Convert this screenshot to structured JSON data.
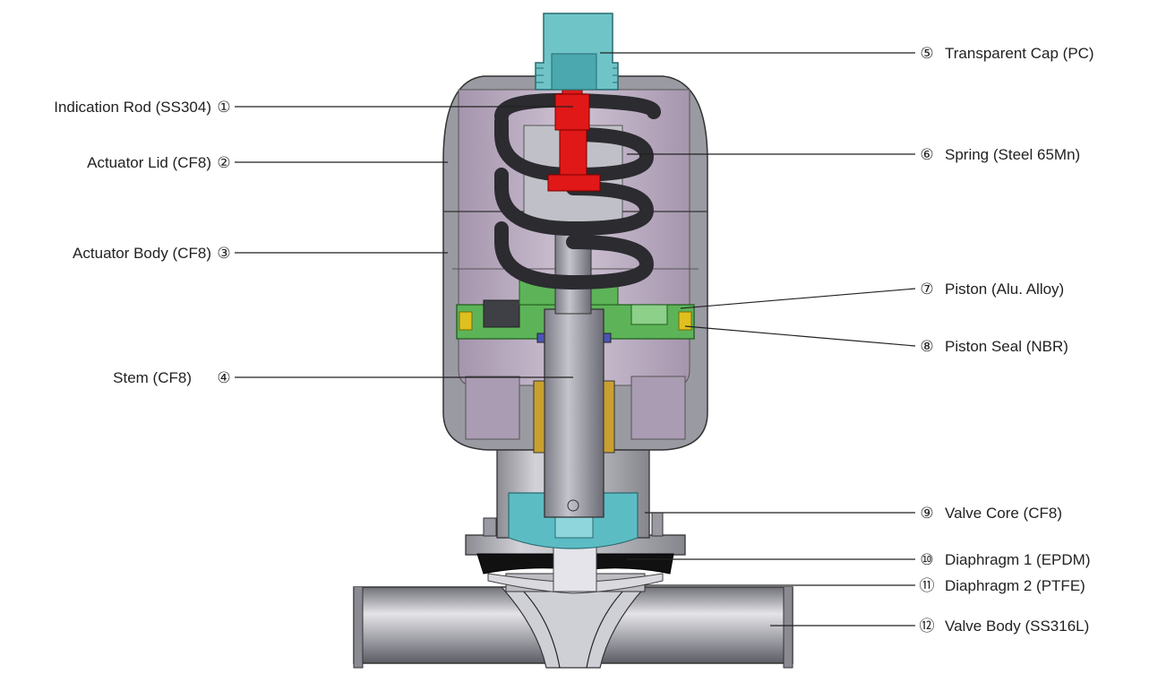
{
  "labels_left": [
    {
      "id": "indication-rod",
      "text": "Indication Rod (SS304)",
      "num": "①"
    },
    {
      "id": "actuator-lid",
      "text": "Actuator Lid (CF8)",
      "num": "②"
    },
    {
      "id": "actuator-body",
      "text": "Actuator Body (CF8)",
      "num": "③"
    },
    {
      "id": "stem",
      "text": "Stem (CF8)",
      "num": "④"
    }
  ],
  "labels_right": [
    {
      "id": "transparent-cap",
      "text": "Transparent Cap (PC)",
      "num": "⑤"
    },
    {
      "id": "spring",
      "text": "Spring (Steel 65Mn)",
      "num": "⑥"
    },
    {
      "id": "piston",
      "text": "Piston (Alu. Alloy)",
      "num": "⑦"
    },
    {
      "id": "piston-seal",
      "text": "Piston Seal (NBR)",
      "num": "⑧"
    },
    {
      "id": "valve-core",
      "text": "Valve Core (CF8)",
      "num": "⑨"
    },
    {
      "id": "diaphragm-1",
      "text": "Diaphragm 1 (EPDM)",
      "num": "⑩"
    },
    {
      "id": "diaphragm-2",
      "text": "Diaphragm 2 (PTFE)",
      "num": "⑪"
    },
    {
      "id": "valve-body",
      "text": "Valve Body (SS316L)",
      "num": "⑫"
    }
  ],
  "colors": {
    "metal_light": "#c9c9cf",
    "metal_mid": "#a9a9b0",
    "metal_dark": "#7d7d85",
    "cavity": "#b9a9c0",
    "cap": "#6fc4c8",
    "rod": "#e01818",
    "spring": "#2a2a2e",
    "piston": "#5fb35a",
    "seal": "#e0c020",
    "core": "#58b8c0",
    "diaphragm": "#111111",
    "ptfe": "#d6d6d6"
  }
}
